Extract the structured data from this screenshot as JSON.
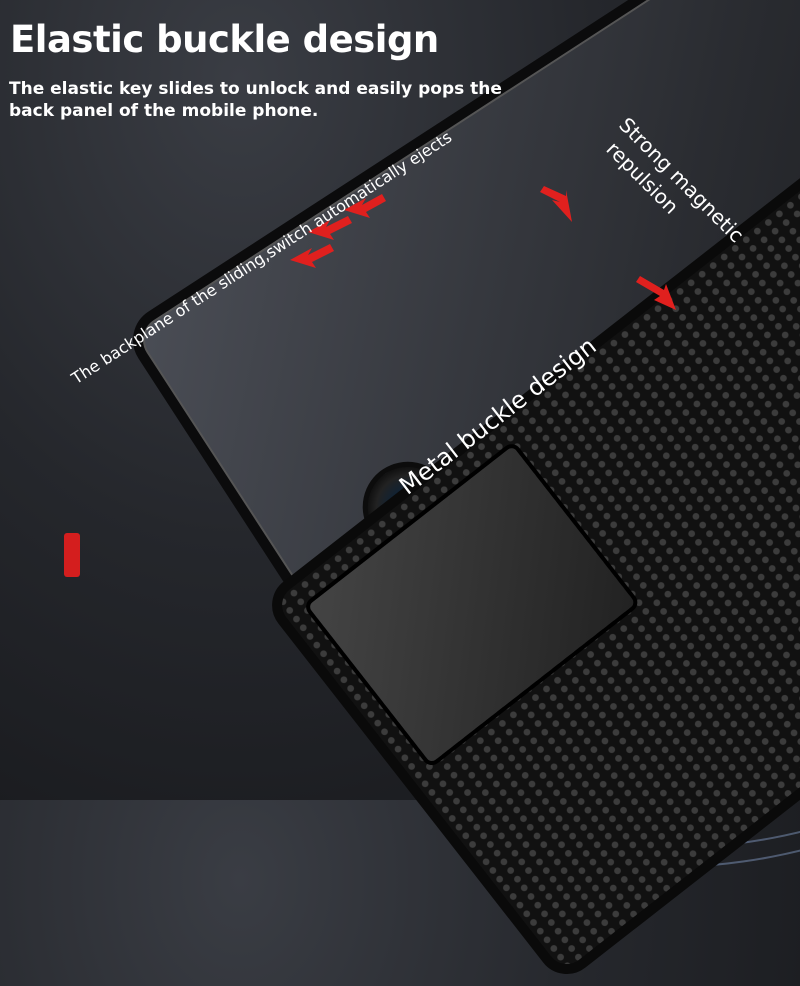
{
  "title": "Elastic buckle design",
  "subtitle": "The elastic key slides to unlock and easily pops the back panel of the mobile phone.",
  "callouts": {
    "eject": "The backplane of the sliding,switch automatically ejects",
    "metal_buckle": "Metal buckle design",
    "magnetic_line1": "Strong magnetic",
    "magnetic_line2": "repulsion"
  },
  "colors": {
    "arrow": "#e0201e",
    "background": "#25272c",
    "text": "#ffffff",
    "slider_button": "#d41e1e"
  }
}
